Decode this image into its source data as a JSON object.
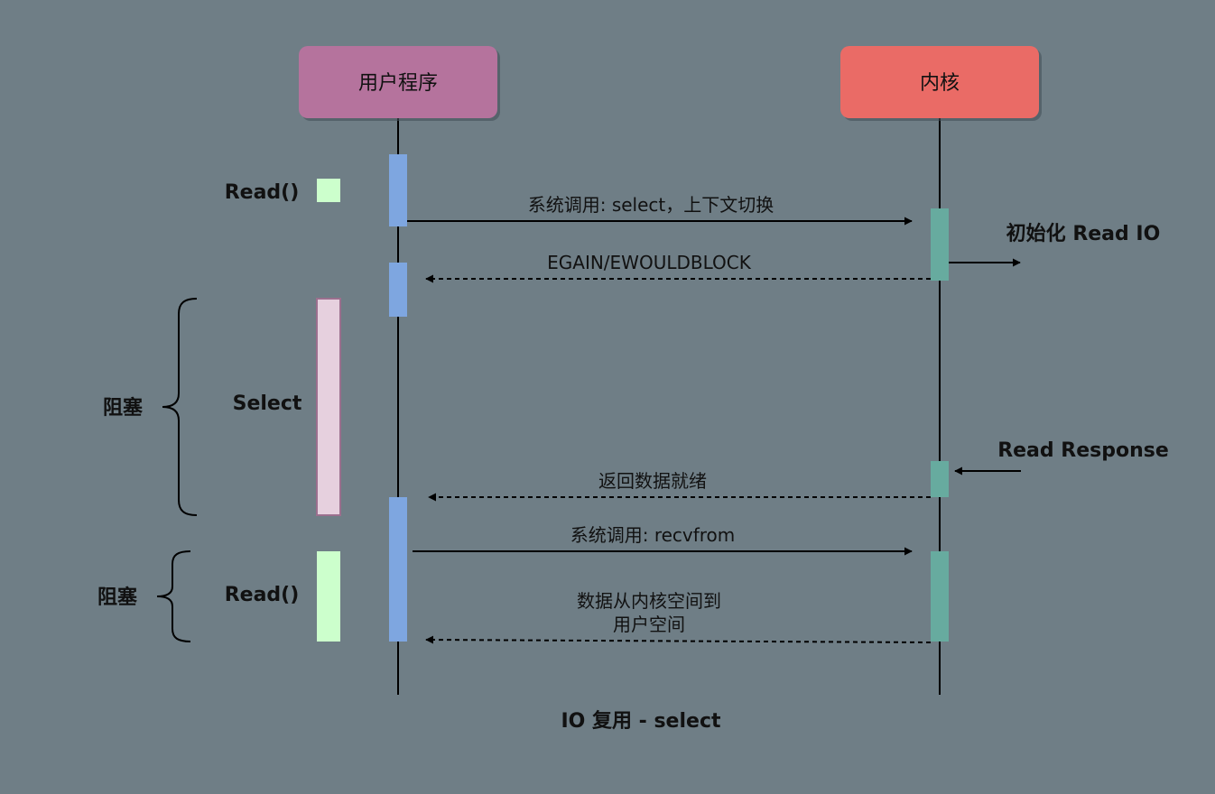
{
  "actors": {
    "user": {
      "label": "用户程序",
      "color": "#b5739d"
    },
    "kernel": {
      "label": "内核",
      "color": "#ea6b66"
    }
  },
  "messages": {
    "select_call": "系统调用: select，上下文切换",
    "ewouldblock": "EGAIN/EWOULDBLOCK",
    "data_ready": "返回数据就绪",
    "recvfrom_call": "系统调用: recvfrom",
    "copy_line1": "数据从内核空间到",
    "copy_line2": "用户空间"
  },
  "side_labels": {
    "read1": "Read()",
    "select": "Select",
    "read2": "Read()",
    "blocked1": "阻塞",
    "blocked2": "阻塞",
    "init_read_io": "初始化 Read IO",
    "read_response": "Read Response"
  },
  "caption": "IO 复用 - select",
  "colors": {
    "background": "#6f7e86",
    "user_activation": "#7ea6e0",
    "kernel_activation": "#67ab9f",
    "read_marker": "#ccffcc",
    "select_bar": "#e6d0de"
  }
}
